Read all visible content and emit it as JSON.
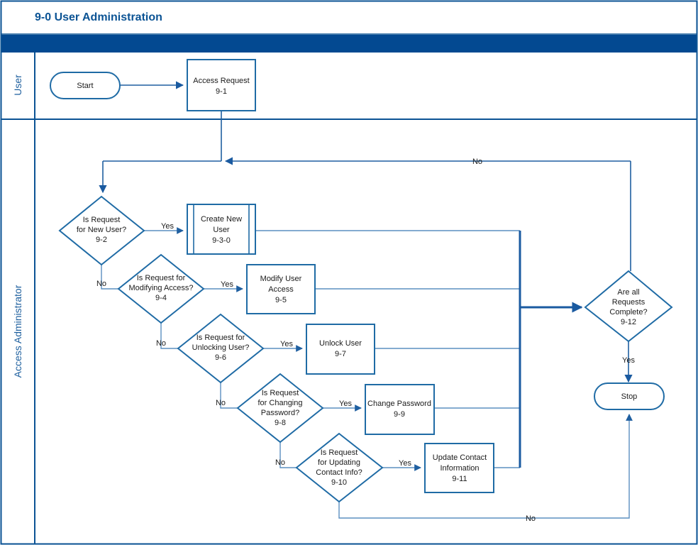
{
  "document": {
    "title": "9-0 User Administration",
    "accent_color": "#0b5394",
    "header_band_color": "#034991",
    "shape_stroke_color": "#1f6ba5",
    "connector_color": "#5b8fc0"
  },
  "lanes": [
    {
      "id": "lane-user",
      "label": "User"
    },
    {
      "id": "lane-access-administrator",
      "label": "Access Administrator"
    }
  ],
  "nodes": {
    "start": {
      "label": "Start",
      "shape": "terminator"
    },
    "access_request": {
      "line1": "Access Request",
      "line2": "9-1",
      "shape": "process"
    },
    "d_new_user": {
      "line1": "Is Request",
      "line2": "for New User?",
      "line3": "9-2",
      "shape": "decision"
    },
    "create_new_user": {
      "line1": "Create New",
      "line2": "User",
      "line3": "9-3-0",
      "shape": "predefined-process"
    },
    "d_modify_access": {
      "line1": "Is Request for",
      "line2": "Modifying Access?",
      "line3": "9-4",
      "shape": "decision"
    },
    "modify_user_access": {
      "line1": "Modify User",
      "line2": "Access",
      "line3": "9-5",
      "shape": "process"
    },
    "d_unlock_user": {
      "line1": "Is Request for",
      "line2": "Unlocking User?",
      "line3": "9-6",
      "shape": "decision"
    },
    "unlock_user": {
      "line1": "Unlock User",
      "line2": "9-7",
      "shape": "process"
    },
    "d_change_password": {
      "line1": "Is Request",
      "line2": "for Changing",
      "line3": "Password?",
      "line4": "9-8",
      "shape": "decision"
    },
    "change_password": {
      "line1": "Change Password",
      "line2": "9-9",
      "shape": "process"
    },
    "d_update_contact": {
      "line1": "Is Request",
      "line2": "for Updating",
      "line3": "Contact Info?",
      "line4": "9-10",
      "shape": "decision"
    },
    "update_contact_information": {
      "line1": "Update Contact",
      "line2": "Information",
      "line3": "9-11",
      "shape": "process"
    },
    "d_all_complete": {
      "line1": "Are all",
      "line2": "Requests",
      "line3": "Complete?",
      "line4": "9-12",
      "shape": "decision"
    },
    "stop": {
      "label": "Stop",
      "shape": "terminator"
    }
  },
  "edge_labels": {
    "no_top_loop": "No",
    "yes_new_user": "Yes",
    "no_new_user": "No",
    "yes_modify_access": "Yes",
    "no_modify_access": "No",
    "yes_unlock_user": "Yes",
    "no_unlock_user": "No",
    "yes_change_password": "Yes",
    "no_change_password": "No",
    "yes_update_contact": "Yes",
    "no_update_contact": "No",
    "yes_all_complete": "Yes"
  }
}
